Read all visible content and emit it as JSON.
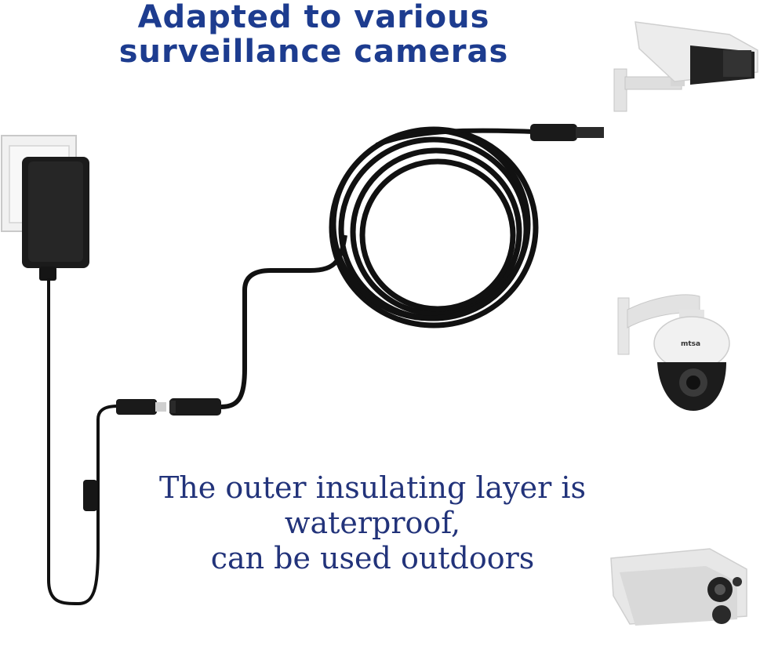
{
  "headline": {
    "line1": "Adapted to various",
    "line2": "surveillance cameras"
  },
  "caption": {
    "line1": "The outer insulating layer is",
    "line2": "waterproof,",
    "line3": "can be used outdoors"
  },
  "cameras": [
    {
      "name": "box-camera",
      "brand": ""
    },
    {
      "name": "dome-camera",
      "brand": "mtsa"
    },
    {
      "name": "bullet-camera",
      "brand": ""
    }
  ],
  "colors": {
    "headline": "#1d3c8f",
    "caption": "#22337a",
    "cable": "#111111"
  }
}
